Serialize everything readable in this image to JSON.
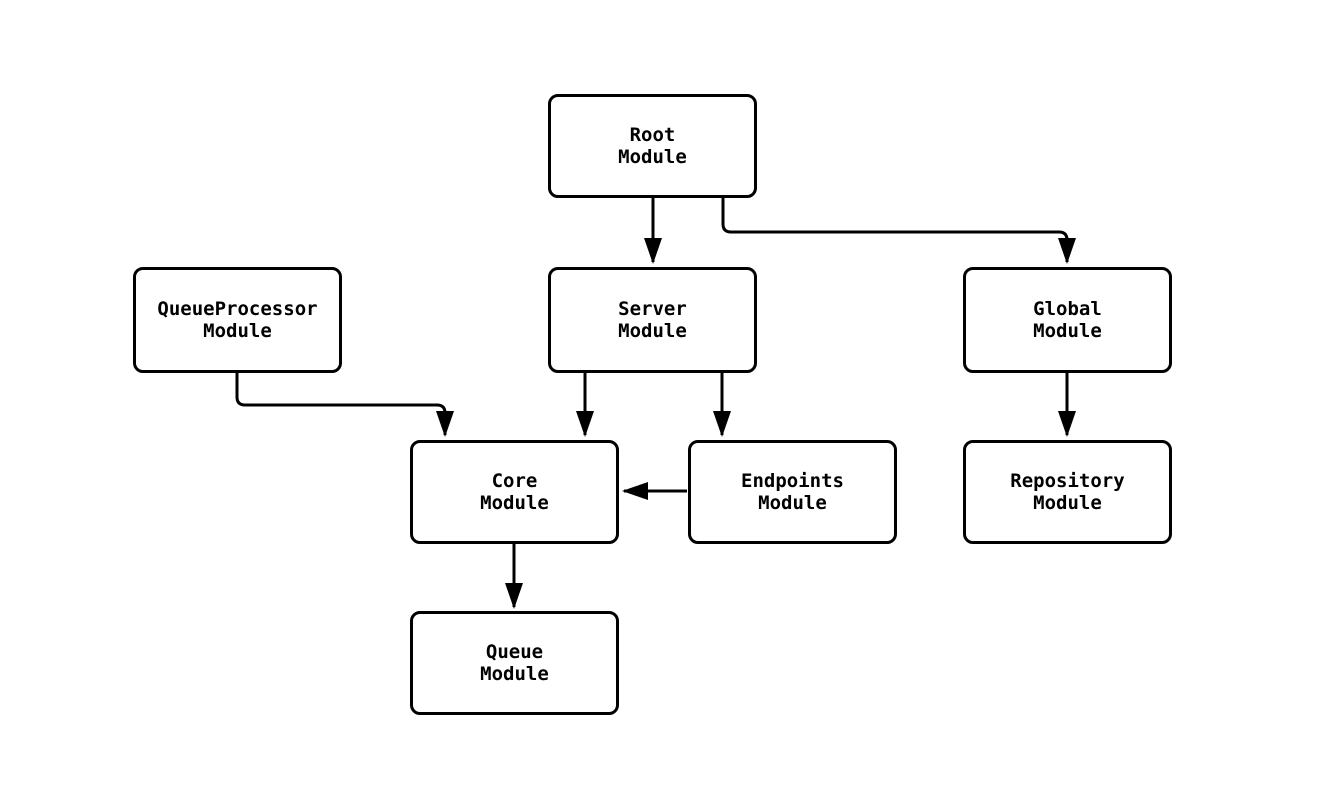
{
  "diagram": {
    "type": "flowchart",
    "background_color": "#ffffff",
    "node_fill_color": "#ffffff",
    "stroke_color": "#000000",
    "nodes": [
      {
        "id": "root",
        "line1": "Root",
        "line2": "Module"
      },
      {
        "id": "queueprocessor",
        "line1": "QueueProcessor",
        "line2": "Module"
      },
      {
        "id": "server",
        "line1": "Server",
        "line2": "Module"
      },
      {
        "id": "global",
        "line1": "Global",
        "line2": "Module"
      },
      {
        "id": "core",
        "line1": "Core",
        "line2": "Module"
      },
      {
        "id": "endpoints",
        "line1": "Endpoints",
        "line2": "Module"
      },
      {
        "id": "repository",
        "line1": "Repository",
        "line2": "Module"
      },
      {
        "id": "queue",
        "line1": "Queue",
        "line2": "Module"
      }
    ],
    "edges": [
      {
        "from": "Root Module",
        "to": "Server Module"
      },
      {
        "from": "Root Module",
        "to": "Global Module"
      },
      {
        "from": "QueueProcessor Module",
        "to": "Core Module"
      },
      {
        "from": "Server Module",
        "to": "Core Module"
      },
      {
        "from": "Server Module",
        "to": "Endpoints Module"
      },
      {
        "from": "Endpoints Module",
        "to": "Core Module"
      },
      {
        "from": "Core Module",
        "to": "Queue Module"
      },
      {
        "from": "Global Module",
        "to": "Repository Module"
      }
    ]
  }
}
